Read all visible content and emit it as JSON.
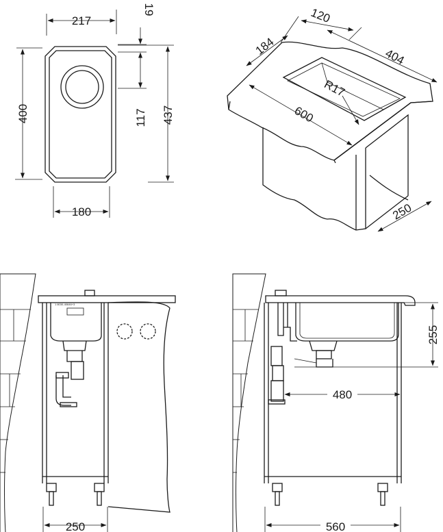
{
  "top_view": {
    "width_outer": "217",
    "width_inner": "180",
    "length_inner": "400",
    "length_outer": "437",
    "edge_offset": "19",
    "drain_offset": "117"
  },
  "iso_view": {
    "flange": "120",
    "bowl_width": "184",
    "bowl_length": "404",
    "corner_radius": "R17",
    "worktop": "600",
    "depth": "250"
  },
  "front_view": {
    "cabinet_width": "250"
  },
  "side_view": {
    "cabinet_width": "560",
    "drain_distance": "480",
    "bowl_depth": "255"
  }
}
